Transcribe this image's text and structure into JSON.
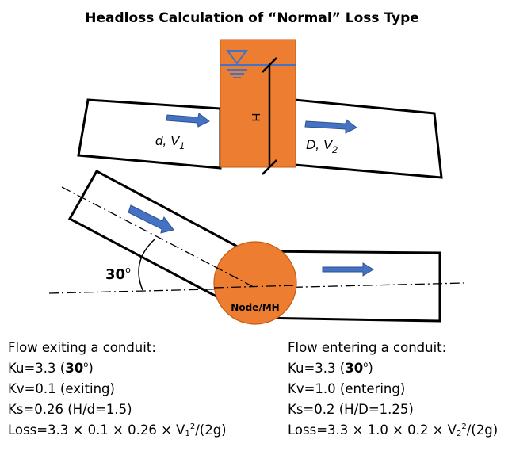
{
  "title": "Headloss Calculation of “Normal” Loss Type",
  "colors": {
    "manhole_fill": "#ED7D31",
    "manhole_stroke": "#C55A11",
    "arrow_fill": "#4472C4",
    "water_line": "#4472C4",
    "text": "#000000"
  },
  "diagram": {
    "inlet_label_1": "d, V",
    "inlet_label_1_sub": "1",
    "outlet_label_1": "D, V",
    "outlet_label_1_sub": "2",
    "height_label": "H",
    "angle_value": "30",
    "angle_unit": "o",
    "node_label": "Node/MH",
    "water_surface_icon": "water-level-icon"
  },
  "exiting": {
    "heading": "Flow exiting a conduit:",
    "ku_text": "Ku=3.3 (",
    "ku_angle": "30",
    "ku_unit": "o",
    "ku_close": ")",
    "kv": "Kv=0.1 (exiting)",
    "ks": "Ks=0.26 (H/d=1.5)",
    "loss_pre": "Loss=3.3 × 0.1 × 0.26 × V",
    "loss_sub": "1",
    "loss_sup": "2",
    "loss_post": "/(2g)"
  },
  "entering": {
    "heading": "Flow entering a conduit:",
    "ku_text": "Ku=3.3 (",
    "ku_angle": "30",
    "ku_unit": "o",
    "ku_close": ")",
    "kv": "Kv=1.0 (entering)",
    "ks": "Ks=0.2 (H/D=1.25)",
    "loss_pre": "Loss=3.3 × 1.0 × 0.2 × V",
    "loss_sub": "2",
    "loss_sup": "2",
    "loss_post": "/(2g)"
  }
}
